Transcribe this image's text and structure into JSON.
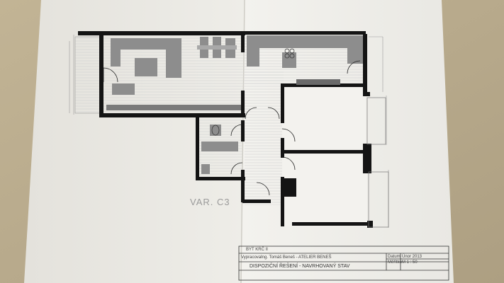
{
  "plan": {
    "variant_label": "VAR. C3"
  },
  "title_block": {
    "project": "BYT KRČ II",
    "author_label": "Vypracoval",
    "author": "Ing. Tomáš Beneš - ATELIER BENEŠ",
    "date_label": "Datum",
    "date": "Únor 2013",
    "scale_label": "Měřítko",
    "scale": "M 1 : 50",
    "drawing_title": "DISPOZIČNÍ ŘEŠENÍ - NAVRHOVANÝ STAV"
  },
  "colors": {
    "table_surface": "#b9ab8c",
    "paper": "#f1f0ec",
    "walls": "#141414",
    "furniture": "#8d8d8d"
  }
}
